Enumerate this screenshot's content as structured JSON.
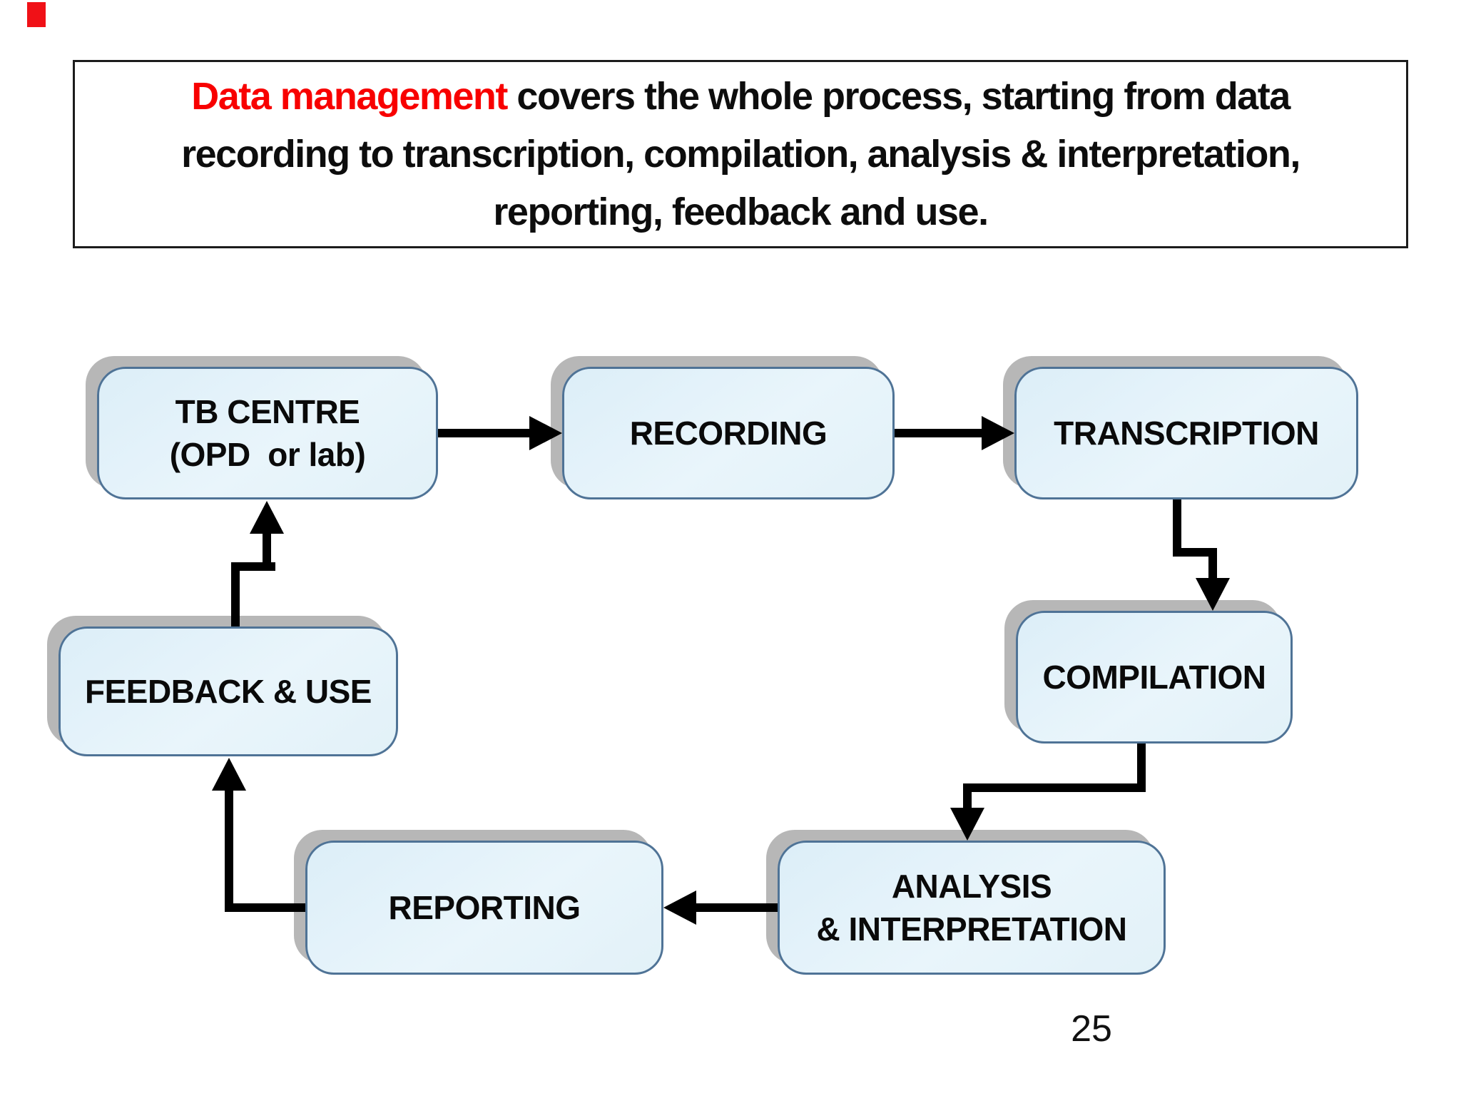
{
  "slide": {
    "page_number": "25",
    "title": {
      "highlight": "Data management",
      "line1_rest": " covers the whole process, starting from data",
      "line2": "recording to transcription, compilation, analysis & interpretation,",
      "line3": "reporting, feedback and use."
    },
    "nodes": {
      "tb_centre_line1": "TB CENTRE",
      "tb_centre_line2": "(OPD  or lab)",
      "recording": "RECORDING",
      "transcription": "TRANSCRIPTION",
      "compilation": "COMPILATION",
      "analysis_line1": "ANALYSIS",
      "analysis_line2": "& INTERPRETATION",
      "reporting": "REPORTING",
      "feedback_use": "FEEDBACK & USE"
    },
    "colors": {
      "highlight_red": "#f80000",
      "node_fill": "#e4f2f9",
      "node_border": "#4f7396",
      "node_shadow": "#b7b7b7",
      "arrow": "#000000",
      "marker_red": "#f01117"
    }
  }
}
